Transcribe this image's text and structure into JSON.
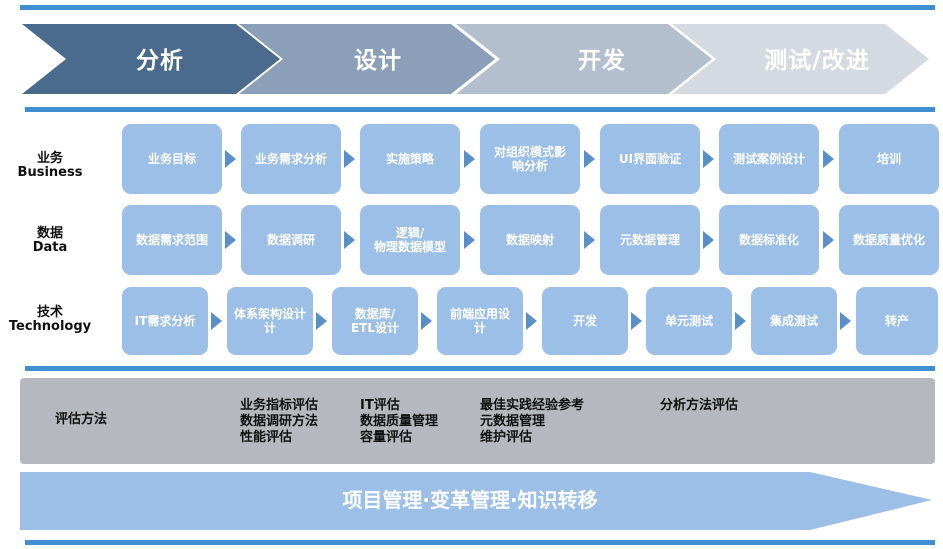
{
  "phases": [
    "分析",
    "设计",
    "开发",
    "测试/改进"
  ],
  "colors": {
    "phase_fills": [
      "#4a6a8e",
      "#8b9fb8",
      "#b4bfcd",
      "#d5dae2"
    ],
    "accent_line": "#3f8fd2",
    "box_fill": "#9bbfe6",
    "arrow_fill": "#5b8fc7",
    "eval_panel": "#b5b8bf",
    "bottom_band": "#9bbfe6"
  },
  "rows": [
    {
      "label_cn": "业务",
      "label_en": "Business",
      "items": [
        "业务目标",
        "业务需求分析",
        "实施策略",
        "对组织模式影\n响分析",
        "UI界面验证",
        "测试案例设计",
        "培训"
      ]
    },
    {
      "label_cn": "数据",
      "label_en": "Data",
      "items": [
        "数据需求范围",
        "数据调研",
        "逻辑/\n物理数据模型",
        "数据映射",
        "元数据管理",
        "数据标准化",
        "数据质量优化"
      ]
    },
    {
      "label_cn": "技术",
      "label_en": "Technology",
      "items": [
        "IT需求分析",
        "体系架构设计\n计",
        "数据库/\nETL设计",
        "前端应用设\n计",
        "开发",
        "单元测试",
        "集成测试",
        "转产"
      ]
    }
  ],
  "evaluation": {
    "title": "评估方法",
    "columns": [
      [
        "业务指标评估",
        "数据调研方法",
        "性能评估"
      ],
      [
        "IT评估",
        "数据质量管理",
        "容量评估"
      ],
      [
        "最佳实践经验参考",
        "元数据管理",
        "维护评估"
      ],
      [
        "分析方法评估"
      ]
    ]
  },
  "bottom_banner": "项目管理·变革管理·知识转移"
}
